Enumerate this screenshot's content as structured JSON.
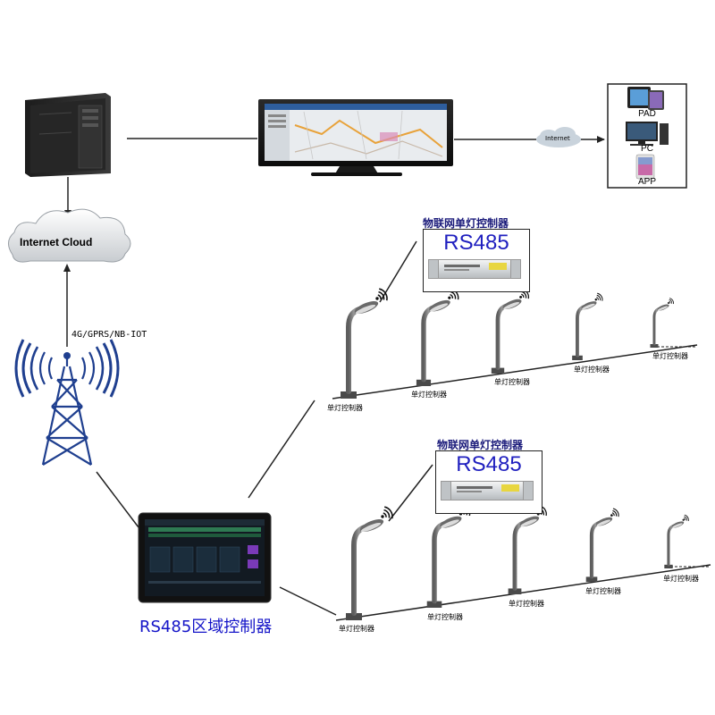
{
  "cloud_label": "Internet Cloud",
  "internet_label": "Internet",
  "link_label": "4G/GPRS/NB-IOT",
  "devices": {
    "pad": "PAD",
    "pc": "PC",
    "app": "APP"
  },
  "controller_label": "RS485区域控制器",
  "groups": [
    {
      "title": "物联网单灯控制器",
      "bus": "RS485",
      "lamp_labels": [
        "单灯控制器",
        "单灯控制器",
        "单灯控制器",
        "单灯控制器",
        "单灯控制器"
      ]
    },
    {
      "title": "物联网单灯控制器",
      "bus": "RS485",
      "lamp_labels": [
        "单灯控制器",
        "单灯控制器",
        "单灯控制器",
        "单灯控制器",
        "单灯控制器"
      ]
    }
  ],
  "colors": {
    "tower": "#1f3f8f",
    "title_blue": "#1a1a7a",
    "rs485_blue": "#1f1fbf",
    "controller_blue": "#1414c8"
  }
}
